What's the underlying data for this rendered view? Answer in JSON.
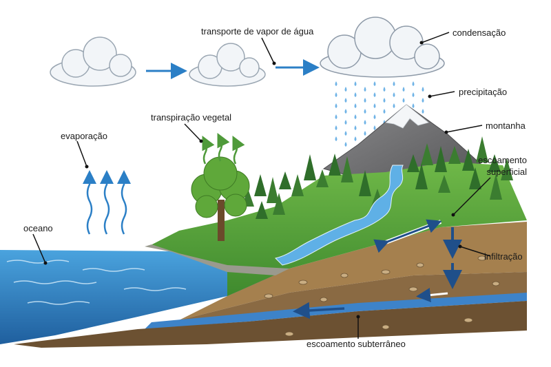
{
  "labels": {
    "vapor_transport": "transporte de vapor de água",
    "condensation": "condensação",
    "precipitation": "precipitação",
    "mountain": "montanha",
    "transpiration": "transpiração vegetal",
    "evaporation": "evaporação",
    "surface_runoff_1": "escoamento",
    "surface_runoff_2": "superficial",
    "ocean": "oceano",
    "infiltration": "infiltração",
    "groundwater_flow": "escoamento subterrâneo"
  },
  "colors": {
    "ocean": "#2f7fc4",
    "sky_arrow": "#2b7fc6",
    "vegetation": "#4f9a3a",
    "soil": "#8a6a43",
    "mountain": "#6e6e70",
    "snow": "#f4f6f8",
    "groundwater": "#3d83c9"
  }
}
